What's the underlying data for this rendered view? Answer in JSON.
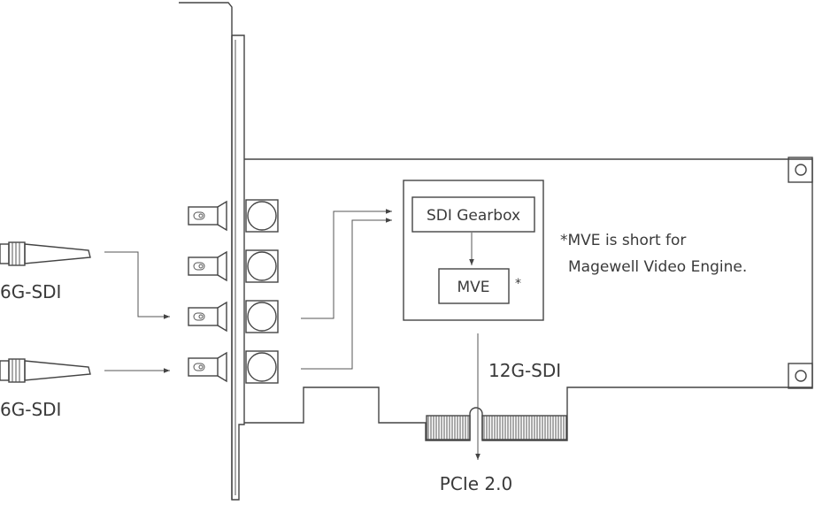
{
  "labels": {
    "input_top": "6G-SDI",
    "input_bottom": "6G-SDI",
    "gearbox": "SDI Gearbox",
    "mve": "MVE",
    "mve_asterisk": "*",
    "note_line1": "*MVE is short for",
    "note_line2": "Magewell Video Engine.",
    "bus_signal": "12G-SDI",
    "bus": "PCIe 2.0"
  },
  "colors": {
    "line": "#444444",
    "text": "#3a3a3a",
    "background": "#ffffff"
  }
}
